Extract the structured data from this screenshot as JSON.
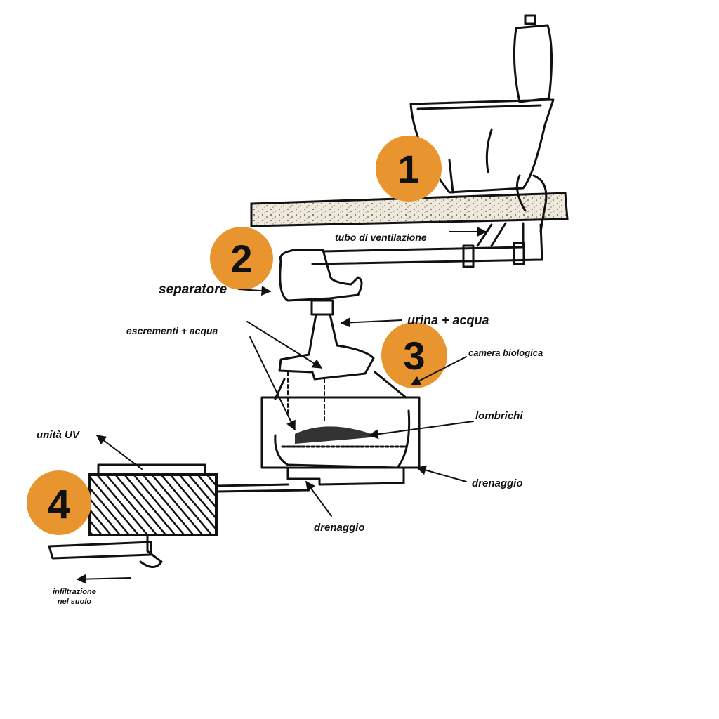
{
  "steps": [
    {
      "number": "1"
    },
    {
      "number": "2"
    },
    {
      "number": "3"
    },
    {
      "number": "4"
    }
  ],
  "labels": {
    "ventilation_pipe": "tubo di ventilazione",
    "separator": "separatore",
    "urine_water": "urina + acqua",
    "excrement_water": "escrementi + acqua",
    "biological_chamber": "camera biologica",
    "earthworms": "lombrichi",
    "drainage_right": "drenaggio",
    "drainage_bottom": "drenaggio",
    "uv_unit": "unità UV",
    "soil_infiltration_line1": "infiltrazione",
    "soil_infiltration_line2": "nel suolo"
  },
  "colors": {
    "step_marker": "#E8952F",
    "ink": "#111111",
    "floor_fill": "#e9e3d6"
  }
}
